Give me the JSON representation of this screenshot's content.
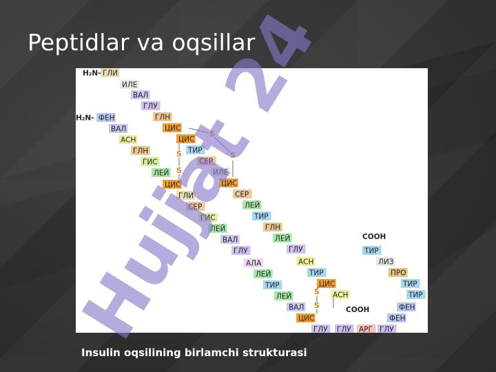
{
  "slide": {
    "title": "Peptidlar va oqsillar",
    "caption": "Insulin oqsilining birlamchi strukturasi"
  },
  "watermark": {
    "text": "Hujjat 24",
    "color": "#8878c8"
  },
  "figure": {
    "n_term_label_chain_a": "H₂N-",
    "n_term_label_chain_b": "H₂N-",
    "chain_a": [
      "ГЛИ",
      "ИЛЕ",
      "ВАЛ",
      "ГЛУ",
      "ГЛН",
      "ЦИС",
      "ЦИС",
      "ТИР",
      "СЕР",
      "ИЛЕ",
      "ЦИС",
      "СЕР",
      "ЛЕЙ",
      "ТИР",
      "ГЛН",
      "ЛЕЙ",
      "ГЛУ",
      "АСН",
      "ТИР",
      "ЦИС",
      "АСН"
    ],
    "chain_a_cterm": "СOOH",
    "chain_b": [
      "ФЕН",
      "ВАЛ",
      "АСН",
      "ГЛН",
      "ГИС",
      "ЛЕЙ",
      "ЦИС",
      "ГЛИ",
      "СЕР",
      "ГИС",
      "ЛЕЙ",
      "ВАЛ",
      "ГЛУ",
      "АЛА",
      "ЛЕЙ",
      "ТИР",
      "ЛЕЙ",
      "ВАЛ",
      "ЦИС",
      "ГЛУ",
      "ГЛУ",
      "АРГ",
      "ГЛУ",
      "ФЕН",
      "ФЕН",
      "ТИР",
      "ТИР",
      "ПРО",
      "ЛИЗ",
      "ТИР"
    ],
    "chain_b_cterm": "СOOH",
    "sulfur": "S",
    "colors": {
      "ГЛИ": "#e8e0b0",
      "ИЛЕ": "#e8e8e8",
      "ВАЛ": "#c8c8f0",
      "ГЛУ": "#d0c0f0",
      "ГЛН": "#e8c890",
      "ЦИС": "#f0a030",
      "ТИР": "#a8d8f0",
      "СЕР": "#f0c8a0",
      "ЛЕЙ": "#a8e8a8",
      "АСН": "#f0f0a0",
      "ФЕН": "#b8c8f0",
      "ГИС": "#d8f0a0",
      "АЛА": "#f0d8f0",
      "АРГ": "#f8c0c0",
      "ЛИЗ": "#e8e8e8",
      "ПРО": "#e0c880"
    }
  }
}
